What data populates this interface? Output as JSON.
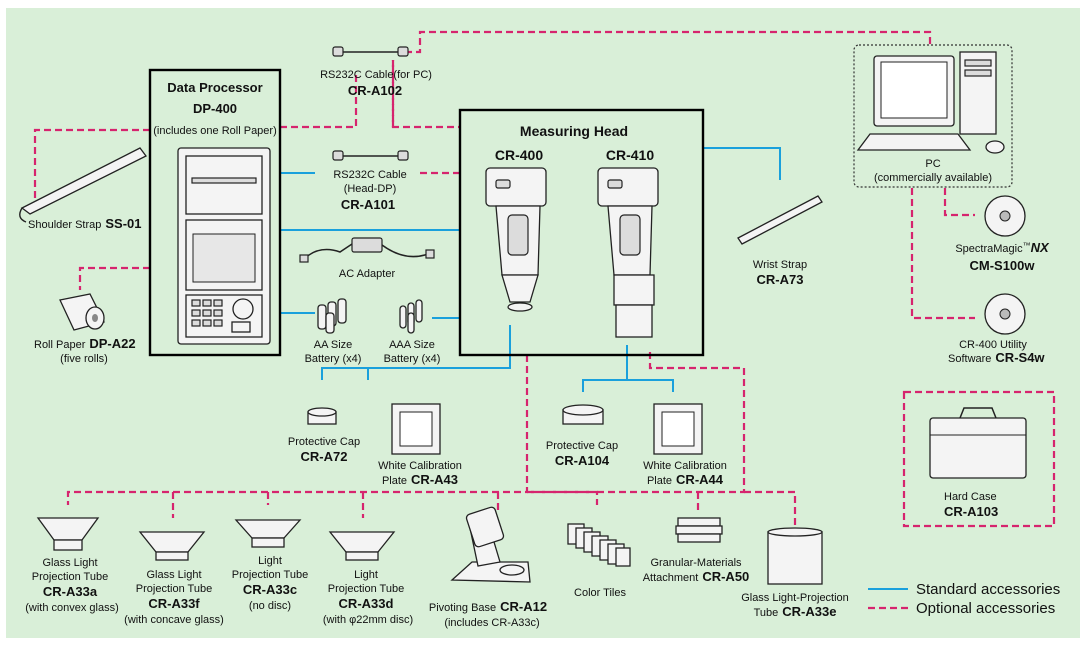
{
  "data_processor": {
    "title": "Data Processor",
    "model": "DP-400",
    "note": "(includes one Roll Paper)"
  },
  "measuring_head": {
    "title": "Measuring Head",
    "model_a": "CR-400",
    "model_b": "CR-410"
  },
  "cable_pc": {
    "name": "RS232C Cable(for PC)",
    "code": "CR-A102"
  },
  "cable_head": {
    "line1": "RS232C Cable",
    "line2": "(Head-DP)",
    "code": "CR-A101"
  },
  "ac_adapter": {
    "name": "AC Adapter"
  },
  "aa_battery": {
    "line1": "AA Size",
    "line2": "Battery (x4)"
  },
  "aaa_battery": {
    "line1": "AAA Size",
    "line2": "Battery (x4)"
  },
  "shoulder_strap": {
    "name": "Shoulder Strap",
    "code": "SS-01"
  },
  "roll_paper": {
    "name": "Roll Paper",
    "code": "DP-A22",
    "note": "(five rolls)"
  },
  "wrist_strap": {
    "name": "Wrist Strap",
    "code": "CR-A73"
  },
  "pc": {
    "line1": "PC",
    "line2": "(commercially available)"
  },
  "spectramagic": {
    "name": "SpectraMagic",
    "tm": "™",
    "suffix": "NX",
    "code": "CM-S100w"
  },
  "utility_sw": {
    "line1": "CR-400 Utility",
    "line2": "Software",
    "code": "CR-S4w"
  },
  "hard_case": {
    "name": "Hard Case",
    "code": "CR-A103"
  },
  "cap_72": {
    "name": "Protective Cap",
    "code": "CR-A72"
  },
  "plate_43": {
    "line1": "White Calibration",
    "line2": "Plate",
    "code": "CR-A43"
  },
  "cap_104": {
    "name": "Protective Cap",
    "code": "CR-A104"
  },
  "plate_44": {
    "line1": "White Calibration",
    "line2": "Plate",
    "code": "CR-A44"
  },
  "tube_33a": {
    "line1": "Glass Light",
    "line2": "Projection Tube",
    "code": "CR-A33a",
    "note": "(with convex glass)"
  },
  "tube_33f": {
    "line1": "Glass Light",
    "line2": "Projection Tube",
    "code": "CR-A33f",
    "note": "(with concave glass)"
  },
  "tube_33c": {
    "line1": "Light",
    "line2": "Projection Tube",
    "code": "CR-A33c",
    "note": "(no disc)"
  },
  "tube_33d": {
    "line1": "Light",
    "line2": "Projection Tube",
    "code": "CR-A33d",
    "note": "(with φ22mm disc)"
  },
  "pivot_base": {
    "name": "Pivoting Base",
    "code": "CR-A12",
    "note": "(includes CR-A33c)"
  },
  "color_tiles": {
    "name": "Color Tiles"
  },
  "granular": {
    "line1": "Granular-Materials",
    "line2": "Attachment",
    "code": "CR-A50"
  },
  "tube_33e": {
    "line1": "Glass Light-Projection",
    "line2": "Tube",
    "code": "CR-A33e"
  },
  "legend": {
    "standard": "Standard accessories",
    "optional": "Optional accessories"
  },
  "colors": {
    "background": "#d9efd8",
    "standard_line": "#1aa0dc",
    "optional_line": "#d6246e"
  }
}
